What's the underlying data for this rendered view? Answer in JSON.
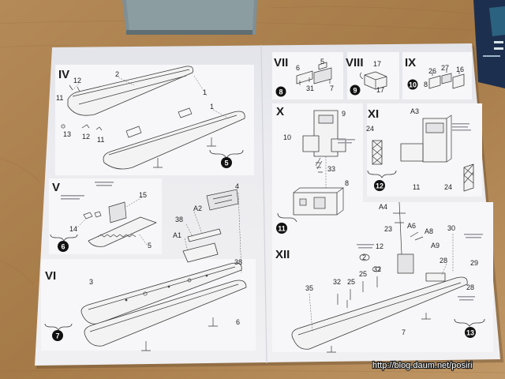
{
  "colors": {
    "table": "#b08755",
    "paper": "#ececf0",
    "ink": "#2b2b2b",
    "kit_box_left": "#7f8f95",
    "kit_box_right": "#1d2f4f"
  },
  "sheet": {
    "iv": {
      "numeral": "IV",
      "step": "5",
      "labels": [
        "2",
        "12",
        "11",
        "1",
        "1",
        "13",
        "12",
        "11"
      ]
    },
    "v": {
      "numeral": "V",
      "step": "6",
      "labels": [
        "15",
        "14",
        "5"
      ]
    },
    "vi": {
      "numeral": "VI",
      "step": "7",
      "labels": [
        "4",
        "A2",
        "38",
        "A1",
        "38",
        "3",
        "6"
      ]
    },
    "vii": {
      "numeral": "VII",
      "step": "8",
      "labels": [
        "5",
        "6",
        "31",
        "7"
      ]
    },
    "viii": {
      "numeral": "VIII",
      "step": "9",
      "labels": [
        "17",
        "17"
      ]
    },
    "ix": {
      "numeral": "IX",
      "step": "10",
      "labels": [
        "26",
        "27",
        "16",
        "8"
      ]
    },
    "x": {
      "numeral": "X",
      "step": "11",
      "labels": [
        "9",
        "10",
        "33",
        "8"
      ]
    },
    "xi": {
      "numeral": "XI",
      "step": "12",
      "labels": [
        "A3",
        "24",
        "11",
        "24"
      ]
    },
    "xii": {
      "numeral": "XII",
      "step": "13",
      "labels": [
        "A4",
        "23",
        "A6",
        "A8",
        "30",
        "12",
        "2",
        "A9",
        "28",
        "29",
        "28",
        "35",
        "32",
        "25",
        "25",
        "32",
        "7"
      ]
    }
  },
  "watermark": "http://blog.daum.net/posiri"
}
